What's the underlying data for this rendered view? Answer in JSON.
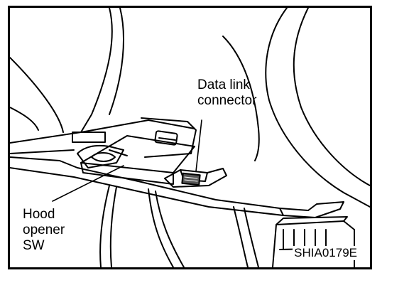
{
  "figure": {
    "callouts": {
      "data_link_connector": {
        "line1": "Data link",
        "line2": "connector"
      },
      "hood_opener_sw": {
        "line1": "Hood",
        "line2": "opener",
        "line3": "SW"
      }
    },
    "figure_code": "SHIA0179E"
  }
}
